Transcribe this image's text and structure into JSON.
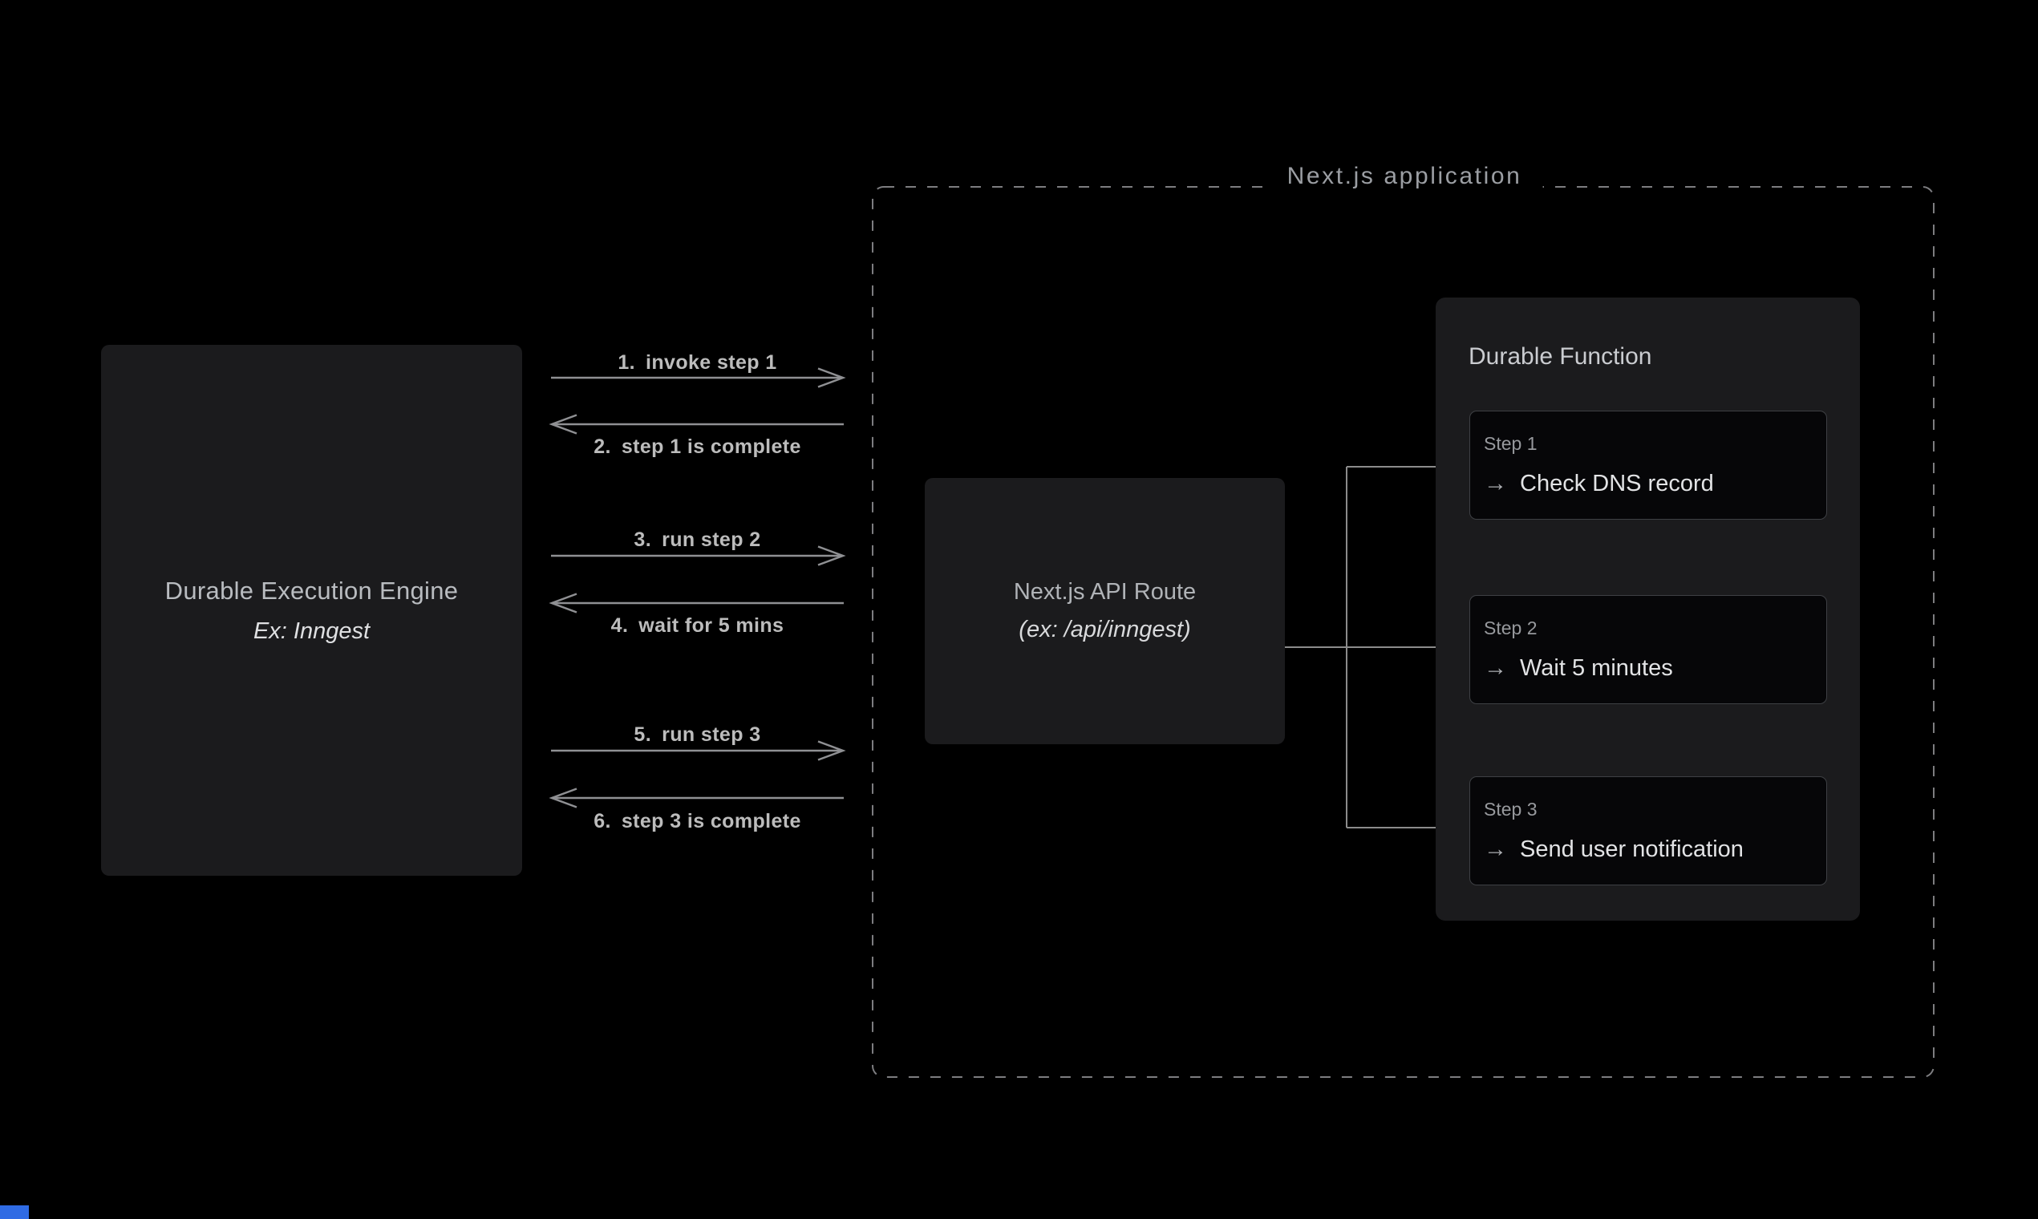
{
  "diagram": {
    "engine_box": {
      "title": "Durable Execution Engine",
      "subtitle": "Ex: Inngest"
    },
    "sequence": [
      {
        "num": "1.",
        "label": "invoke step 1",
        "direction": "right"
      },
      {
        "num": "2.",
        "label": "step 1 is complete",
        "direction": "left"
      },
      {
        "num": "3.",
        "label": "run step 2",
        "direction": "right"
      },
      {
        "num": "4.",
        "label": "wait for 5 mins",
        "direction": "left"
      },
      {
        "num": "5.",
        "label": "run step 3",
        "direction": "right"
      },
      {
        "num": "6.",
        "label": "step 3 is complete",
        "direction": "left"
      }
    ],
    "nextjs_app": {
      "label": "Next.js application",
      "api_route_box": {
        "title": "Next.js API Route",
        "subtitle": "(ex: /api/inngest)"
      },
      "durable_function": {
        "title": "Durable Function",
        "steps": [
          {
            "label": "Step 1",
            "arrow": "→",
            "action": "Check DNS record"
          },
          {
            "label": "Step 2",
            "arrow": "→",
            "action": "Wait 5 minutes"
          },
          {
            "label": "Step 3",
            "arrow": "→",
            "action": "Send user notification"
          }
        ]
      }
    },
    "colors": {
      "background": "#000000",
      "panel": "#1b1b1d",
      "step_card": "#060608",
      "step_card_border": "#3e4044",
      "connector_line": "#8c8c8c",
      "sequence_arrow": "#8f9093",
      "dashed_border": "#7d7d7d",
      "text_primary": "#e2e3e5",
      "text_muted": "#97999d",
      "corner_artifact_blue": "#2f6be4"
    }
  }
}
